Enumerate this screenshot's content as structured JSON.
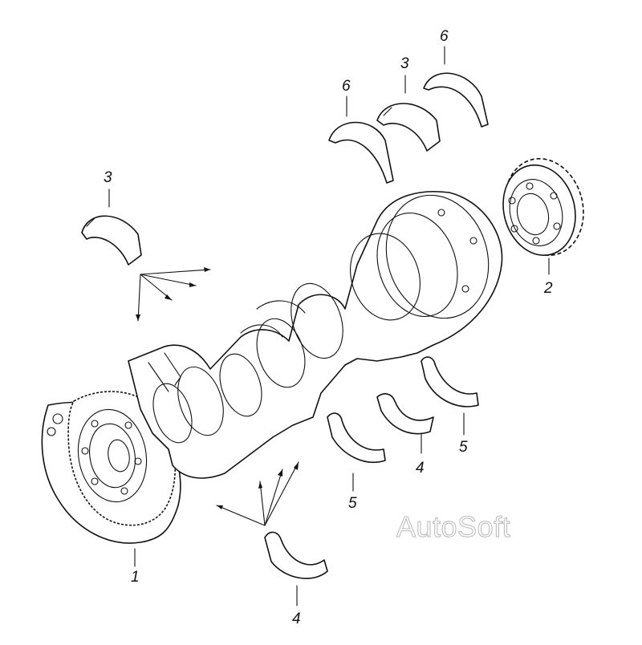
{
  "diagram": {
    "callouts": [
      {
        "id": "callout-1",
        "text": "1"
      },
      {
        "id": "callout-2",
        "text": "2"
      },
      {
        "id": "callout-3-left",
        "text": "3"
      },
      {
        "id": "callout-3-top",
        "text": "3"
      },
      {
        "id": "callout-4-bottom",
        "text": "4"
      },
      {
        "id": "callout-4-mid",
        "text": "4"
      },
      {
        "id": "callout-5-left",
        "text": "5"
      },
      {
        "id": "callout-5-right",
        "text": "5"
      },
      {
        "id": "callout-6-left",
        "text": "6"
      },
      {
        "id": "callout-6-right",
        "text": "6"
      }
    ],
    "watermark": "AutoSoft"
  },
  "colors": {
    "line": "#111111",
    "background": "#ffffff",
    "watermark_outline": "#b8b8b8"
  }
}
